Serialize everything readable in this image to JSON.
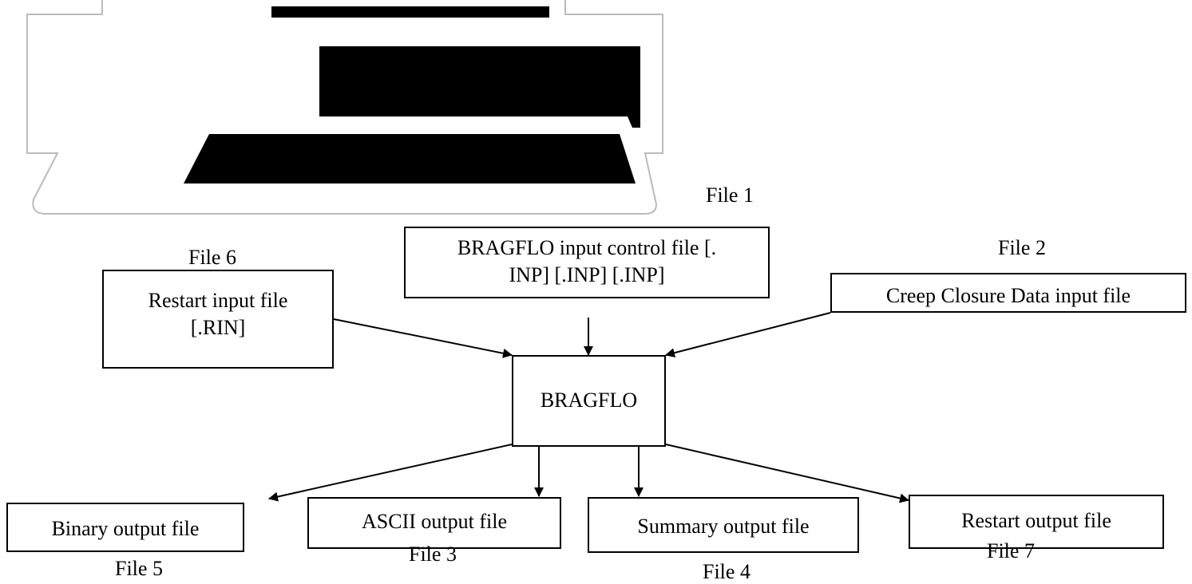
{
  "colors": {
    "ink": "#000000",
    "panel_outline": "#bbbbbb"
  },
  "center": {
    "label": "BRAGFLO"
  },
  "inputs": {
    "control": {
      "line1": "BRAGFLO input control file [.",
      "line2": "INP] [.INP] [.INP]",
      "file_label": "File 1"
    },
    "creep": {
      "label": "Creep Closure Data input file",
      "file_label": "File 2"
    },
    "restart_in": {
      "line1": "Restart input file",
      "line2": "[.RIN]",
      "file_label": "File 6"
    }
  },
  "outputs": {
    "binary": {
      "label": "Binary output file",
      "file_label": "File 5"
    },
    "ascii": {
      "label": "ASCII output file",
      "file_label": "File 3"
    },
    "summary": {
      "label": "Summary output file",
      "file_label": "File 4"
    },
    "restart_out": {
      "label": "Restart output file",
      "file_label": "File 7"
    }
  }
}
